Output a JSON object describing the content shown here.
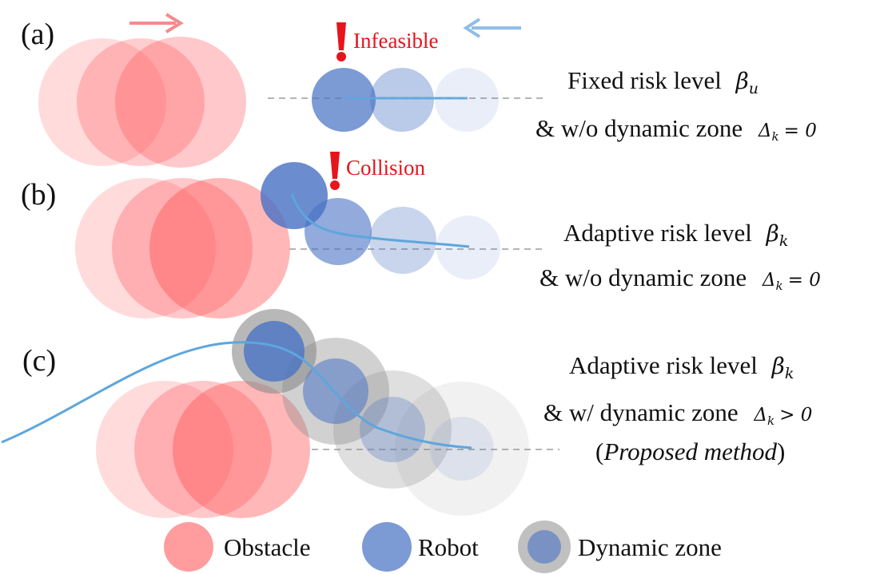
{
  "panels": [
    {
      "tag": "(a)",
      "warning": "Infeasible",
      "line1_text": "Fixed risk level",
      "line1_symbol": "β",
      "line1_sub": "u",
      "line2_text": "& w/o dynamic zone",
      "line2_symbol": "Δ",
      "line2_sub": "k",
      "line2_rel": "= 0"
    },
    {
      "tag": "(b)",
      "warning": "Collision",
      "line1_text": "Adaptive risk level",
      "line1_symbol": "β",
      "line1_sub": "k",
      "line2_text": "& w/o dynamic zone",
      "line2_symbol": "Δ",
      "line2_sub": "k",
      "line2_rel": "= 0"
    },
    {
      "tag": "(c)",
      "line1_text": "Adaptive risk level",
      "line1_symbol": "β",
      "line1_sub": "k",
      "line2_text": "& w/ dynamic zone",
      "line2_symbol": "Δ",
      "line2_sub": "k",
      "line2_rel": "> 0",
      "line3_open": "(",
      "line3_text": "Proposed method",
      "line3_close": ")"
    }
  ],
  "legend": [
    {
      "label": "Obstacle",
      "icon": "obstacle"
    },
    {
      "label": "Robot",
      "icon": "robot"
    },
    {
      "label": "Dynamic zone",
      "icon": "dynamic-zone"
    }
  ],
  "colors": {
    "obstacle": "#ff4a4e",
    "robot": "#4a73c4",
    "zone": "#8c8c8c",
    "trajectory": "#5ea6dc",
    "warning": "#e8141c",
    "arrow_obstacle": "#f38c8c",
    "arrow_robot": "#8fbde6"
  }
}
